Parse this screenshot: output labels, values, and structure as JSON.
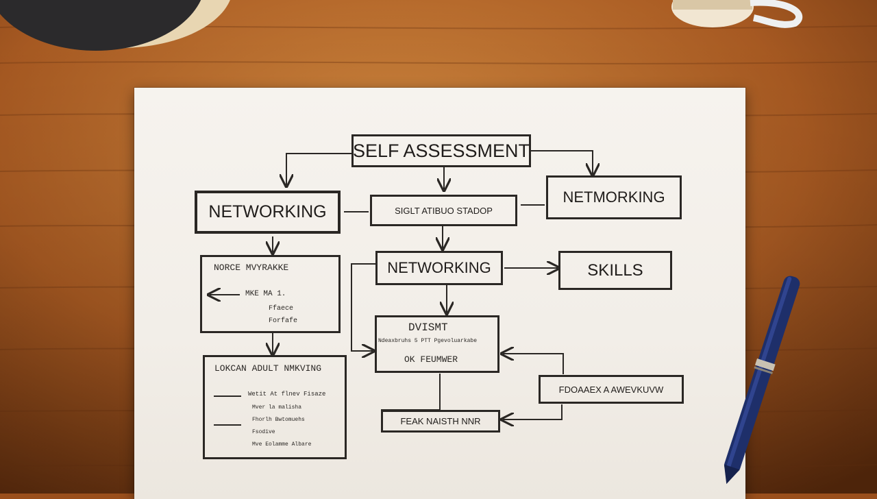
{
  "diagram": {
    "title": "SELF ASSESSMENT",
    "subtitle_box": "SIGLT  ATIBUO STADOP",
    "nodes": {
      "networking_left": "NETWORKING",
      "networking_right": "NETMORKING",
      "networking_center": "NETWORKING",
      "skills": "SKILLS",
      "left_mid_header": "NORCE    MVYRAKKE",
      "left_mid_lines": [
        "MKE MA 1.",
        "Ffaece",
        "Forfafe"
      ],
      "development_title": "DVISMT",
      "development_line": "Ndeaxbruhs 5  PTT  Pgevoluarkabe",
      "development_line2": "OK  FEUMWER",
      "lower_left_header": "LOKCAN ADULT  NMKVING",
      "lower_left_lines": [
        "Wetit  At  flnev  Fisaze",
        "Mver la malisha",
        "Fhorlh  Bwtomuehs",
        "Fsodive",
        "Mve  Eolamme  Albare"
      ],
      "feedback": "FDOAAEX  A  AWEVKUVW",
      "lower_center": "FEAK NAISTH NNR"
    }
  }
}
